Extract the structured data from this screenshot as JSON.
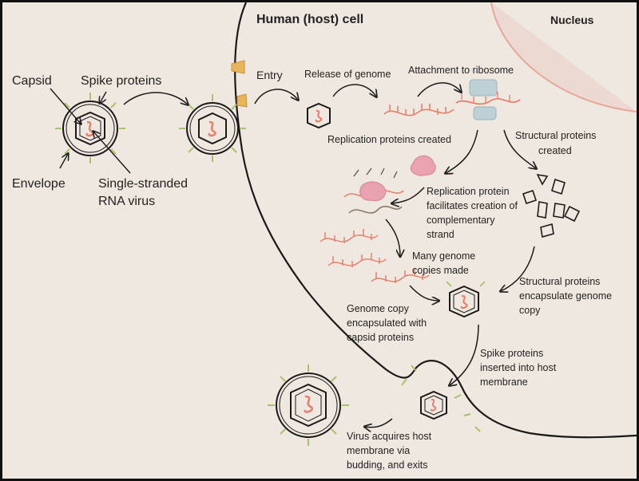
{
  "title": "",
  "regions": {
    "host_cell": "Human (host) cell",
    "nucleus": "Nucleus"
  },
  "virion_labels": {
    "capsid": "Capsid",
    "spike_proteins": "Spike proteins",
    "envelope": "Envelope",
    "rna_line1": "Single-stranded",
    "rna_line2": "RNA virus"
  },
  "steps": {
    "entry": "Entry",
    "release": "Release of genome",
    "attachment": "Attachment to ribosome",
    "replication_created": "Replication proteins created",
    "structural_created_1": "Structural proteins",
    "structural_created_2": "created",
    "facilitates_1": "Replication protein",
    "facilitates_2": "facilitates creation of",
    "facilitates_3": "complementary",
    "facilitates_4": "strand",
    "many_1": "Many genome",
    "many_2": "copies made",
    "encapsulate_1": "Structural proteins",
    "encapsulate_2": "encapsulate genome",
    "encapsulate_3": "copy",
    "genome_copy_1": "Genome copy",
    "genome_copy_2": "encapsulated with",
    "genome_copy_3": "capsid proteins",
    "spike_inserted_1": "Spike proteins",
    "spike_inserted_2": "inserted into host",
    "spike_inserted_3": "membrane",
    "exit_1": "Virus acquires host",
    "exit_2": "membrane via",
    "exit_3": "budding, and exits"
  },
  "colors": {
    "background": "#efe8e0",
    "ink": "#222222",
    "rna": "#e8806e",
    "spike": "#a9c26a",
    "nucleus": "#e7a89a",
    "ribosome": "#a9c1c9",
    "receptor": "#e7b65a"
  }
}
